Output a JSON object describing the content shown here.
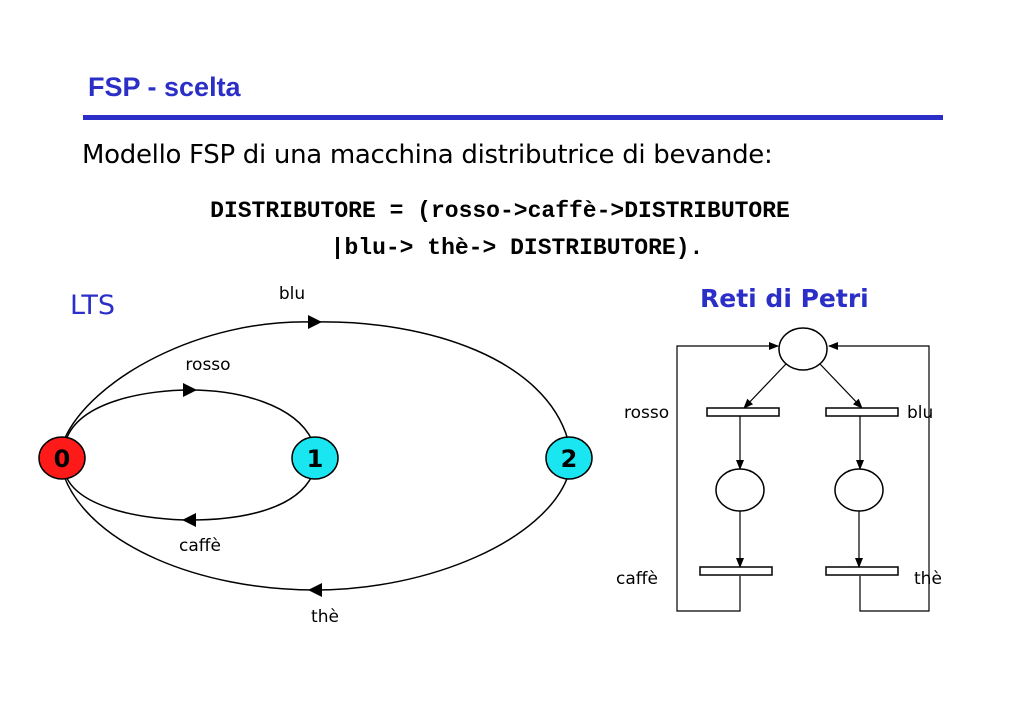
{
  "slide": {
    "title": "FSP - scelta",
    "intro": "Modello FSP di una macchina distributrice di bevande:",
    "code_line_1": "DISTRIBUTORE = (rosso->caffè->DISTRIBUTORE",
    "code_line_2": "|blu-> thè-> DISTRIBUTORE)."
  },
  "lts": {
    "label": "LTS",
    "states": [
      "0",
      "1",
      "2"
    ],
    "transitions": {
      "rosso": "rosso",
      "caffe": "caffè",
      "blu": "blu",
      "the": "thè"
    }
  },
  "petri": {
    "label": "Reti di Petri",
    "transitions": {
      "rosso": "rosso",
      "blu": "blu",
      "caffe": "caffè",
      "the": "thè"
    }
  },
  "colors": {
    "title": "#2b2fc7",
    "state_initial": "#ff1a1a",
    "state_other": "#19e6f0"
  }
}
